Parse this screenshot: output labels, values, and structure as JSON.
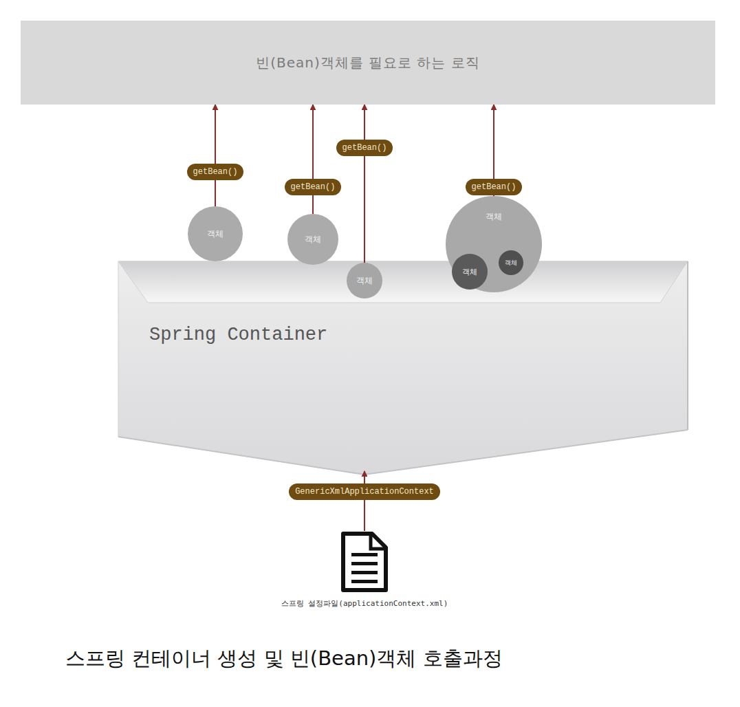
{
  "diagram": {
    "caption": "스프링 컨테이너 생성 및 빈(Bean)객체  호출과정",
    "nodes": [
      {
        "text": [
          "빈(Bean)객체를 필요로 하는 로직"
        ]
      },
      {
        "text": [
          "객체"
        ]
      },
      {
        "text": [
          "객체"
        ]
      },
      {
        "text": [
          "객체"
        ]
      },
      {
        "text": [
          "객체"
        ]
      },
      {
        "text": [
          "객체"
        ],
        "in": 4
      },
      {
        "text": [
          "객체"
        ],
        "in": 4
      },
      {
        "text": [
          "Spring Container"
        ]
      },
      {
        "text": [
          "스프링 설정파일(applicationContext.xml)"
        ]
      }
    ],
    "edges": [
      {
        "from": 1,
        "to": 0,
        "arrow": "to",
        "label": "getBean()"
      },
      {
        "from": 2,
        "to": 0,
        "arrow": "to",
        "label": "getBean()"
      },
      {
        "from": 3,
        "to": 0,
        "arrow": "to",
        "label": "getBean()"
      },
      {
        "from": 4,
        "to": 0,
        "arrow": "to",
        "label": "getBean()"
      },
      {
        "from": 8,
        "to": 7,
        "arrow": "to",
        "label": "GenericXmlApplicationContext"
      }
    ]
  }
}
